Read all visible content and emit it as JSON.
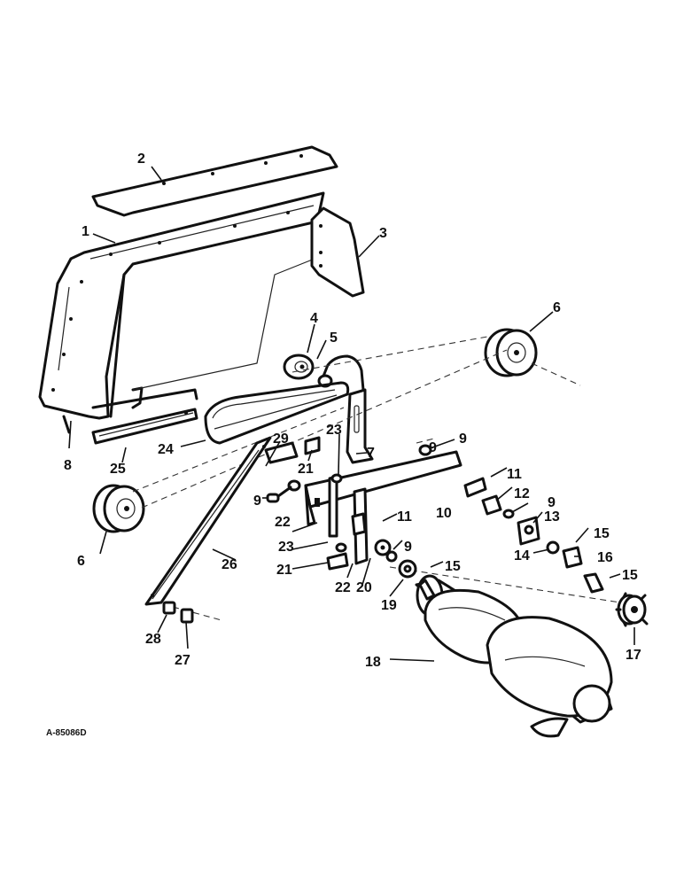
{
  "diagram": {
    "drawing_number": "A-85086D",
    "callouts": [
      {
        "id": "c2",
        "label": "2"
      },
      {
        "id": "c1",
        "label": "1"
      },
      {
        "id": "c3",
        "label": "3"
      },
      {
        "id": "c4",
        "label": "4"
      },
      {
        "id": "c5",
        "label": "5"
      },
      {
        "id": "c6a",
        "label": "6"
      },
      {
        "id": "c6b",
        "label": "6"
      },
      {
        "id": "c7",
        "label": "7"
      },
      {
        "id": "c8",
        "label": "8"
      },
      {
        "id": "c9a",
        "label": "9"
      },
      {
        "id": "c9b",
        "label": "9"
      },
      {
        "id": "c9c",
        "label": "9"
      },
      {
        "id": "c9d",
        "label": "9"
      },
      {
        "id": "c9e",
        "label": "9"
      },
      {
        "id": "c10",
        "label": "10"
      },
      {
        "id": "c11a",
        "label": "11"
      },
      {
        "id": "c11b",
        "label": "11"
      },
      {
        "id": "c12",
        "label": "12"
      },
      {
        "id": "c13",
        "label": "13"
      },
      {
        "id": "c14",
        "label": "14"
      },
      {
        "id": "c15a",
        "label": "15"
      },
      {
        "id": "c15b",
        "label": "15"
      },
      {
        "id": "c15c",
        "label": "15"
      },
      {
        "id": "c16",
        "label": "16"
      },
      {
        "id": "c17",
        "label": "17"
      },
      {
        "id": "c18",
        "label": "18"
      },
      {
        "id": "c19",
        "label": "19"
      },
      {
        "id": "c20",
        "label": "20"
      },
      {
        "id": "c21a",
        "label": "21"
      },
      {
        "id": "c21b",
        "label": "21"
      },
      {
        "id": "c22a",
        "label": "22"
      },
      {
        "id": "c22b",
        "label": "22"
      },
      {
        "id": "c23a",
        "label": "23"
      },
      {
        "id": "c23b",
        "label": "23"
      },
      {
        "id": "c24",
        "label": "24"
      },
      {
        "id": "c25",
        "label": "25"
      },
      {
        "id": "c26",
        "label": "26"
      },
      {
        "id": "c27",
        "label": "27"
      },
      {
        "id": "c28",
        "label": "28"
      },
      {
        "id": "c29",
        "label": "29"
      }
    ]
  }
}
